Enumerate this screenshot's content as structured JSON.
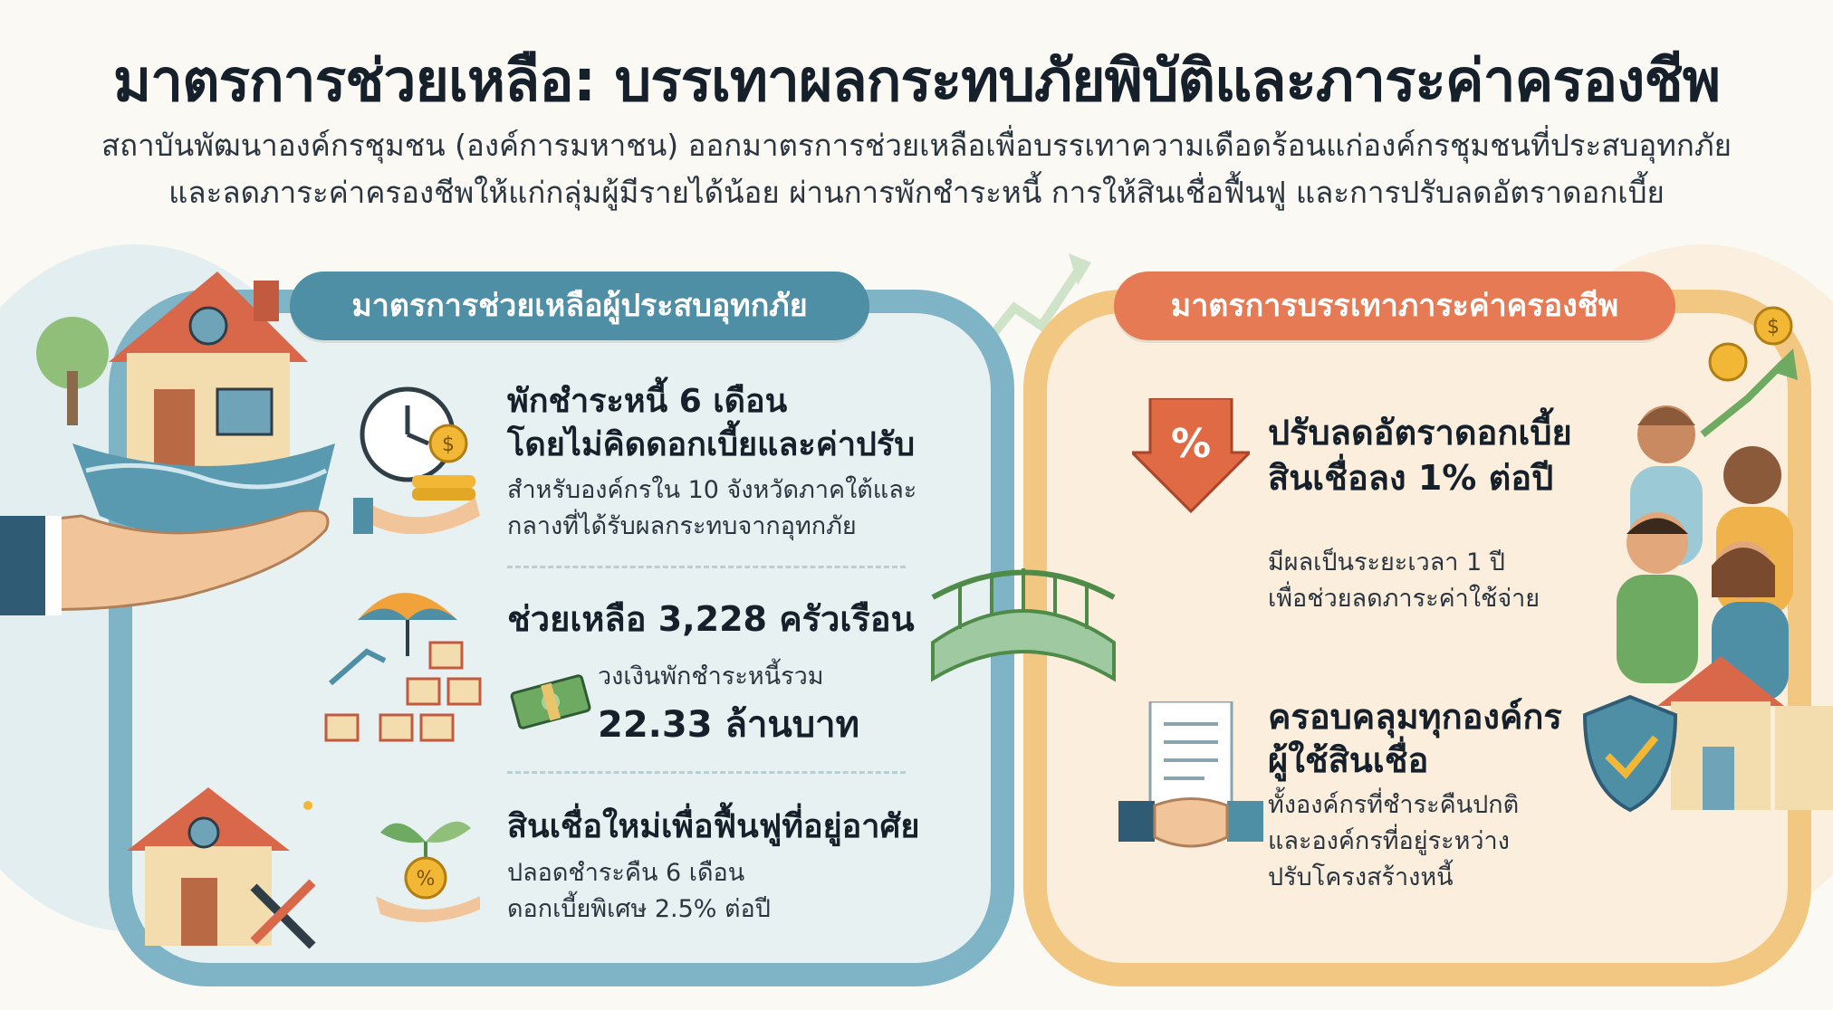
{
  "header": {
    "title": "มาตรการช่วยเหลือ: บรรเทาผลกระทบภัยพิบัติและภาระค่าครองชีพ",
    "subtitle_line1": "สถาบันพัฒนาองค์กรชุมชน (องค์การมหาชน) ออกมาตรการช่วยเหลือเพื่อบรรเทาความเดือดร้อนแก่องค์กรชุมชนที่ประสบอุทกภัย",
    "subtitle_line2": "และลดภาระค่าครองชีพให้แก่กลุ่มผู้มีรายได้น้อย ผ่านการพักชำระหนี้ การให้สินเชื่อฟื้นฟู และการปรับลดอัตราดอกเบี้ย"
  },
  "left": {
    "heading": "มาตรการช่วยเหลือผู้ประสบอุทกภัย",
    "item1": {
      "title_line1": "พักชำระหนี้ 6 เดือน",
      "title_line2": "โดยไม่คิดดอกเบี้ยและค่าปรับ",
      "desc_line1": "สำหรับองค์กรใน 10 จังหวัดภาคใต้และ",
      "desc_line2": "กลางที่ได้รับผลกระทบจากอุทกภัย"
    },
    "item2": {
      "title": "ช่วยเหลือ 3,228 ครัวเรือน",
      "desc": "วงเงินพักชำระหนี้รวม",
      "amount": "22.33 ล้านบาท"
    },
    "item3": {
      "title": "สินเชื่อใหม่เพื่อฟื้นฟูที่อยู่อาศัย",
      "desc_line1": "ปลอดชำระคืน 6 เดือน",
      "desc_line2": "ดอกเบี้ยพิเศษ 2.5% ต่อปี"
    }
  },
  "right": {
    "heading": "มาตรการบรรเทาภาระค่าครองชีพ",
    "item1": {
      "title_line1": "ปรับลดอัตราดอกเบี้ย",
      "title_line2": "สินเชื่อลง 1% ต่อปี",
      "icon_text": "%",
      "desc_line1": "มีผลเป็นระยะเวลา 1 ปี",
      "desc_line2": "เพื่อช่วยลดภาระค่าใช้จ่าย"
    },
    "item2": {
      "title_line1": "ครอบคลุมทุกองค์กร",
      "title_line2": "ผู้ใช้สินเชื่อ",
      "desc_line1": "ทั้งองค์กรที่ชำระคืนปกติ",
      "desc_line2": "และองค์กรที่อยู่ระหว่าง",
      "desc_line3": "ปรับโครงสร้างหนี้"
    }
  },
  "icons": {
    "coin_glyph": "$",
    "percent_glyph": "%"
  },
  "colors": {
    "left_accent": "#4f8fa6",
    "right_accent": "#e57a55",
    "left_border": "#7fb3c6",
    "right_border": "#f1c782"
  }
}
